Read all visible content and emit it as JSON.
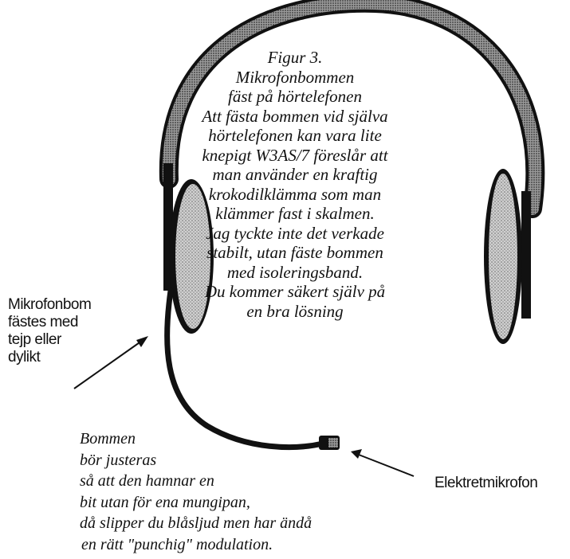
{
  "caption": {
    "lines": [
      "Figur 3.",
      "Mikrofonbommen",
      "fäst på hörtelefonen",
      "Att fästa bommen vid själva",
      "hörtelefonen kan vara lite",
      "knepigt W3AS/7 föreslår att",
      "man använder en kraftig",
      "krokodilklämma som man",
      "klämmer fast i skalmen.",
      "Jag tyckte inte det verkade",
      "stabilt, utan fäste bommen",
      "med isoleringsband.",
      "Du kommer säkert själv på",
      "en bra lösning"
    ]
  },
  "labels": {
    "boom": [
      "Mikrofonbom",
      "fästes med",
      "tejp eller",
      "dylikt"
    ],
    "mic": "Elektretmikrofon"
  },
  "note": {
    "lines": [
      "Bommen",
      "bör justeras",
      "så att den hamnar en",
      "bit utan för ena mungipan,",
      "då slipper du blåsljud men har ändå",
      "en rätt \"punchig\" modulation."
    ]
  },
  "colors": {
    "ink": "#111111",
    "earcup_fill": "#c4c4c4",
    "band_fill": "#9a9a9a"
  }
}
